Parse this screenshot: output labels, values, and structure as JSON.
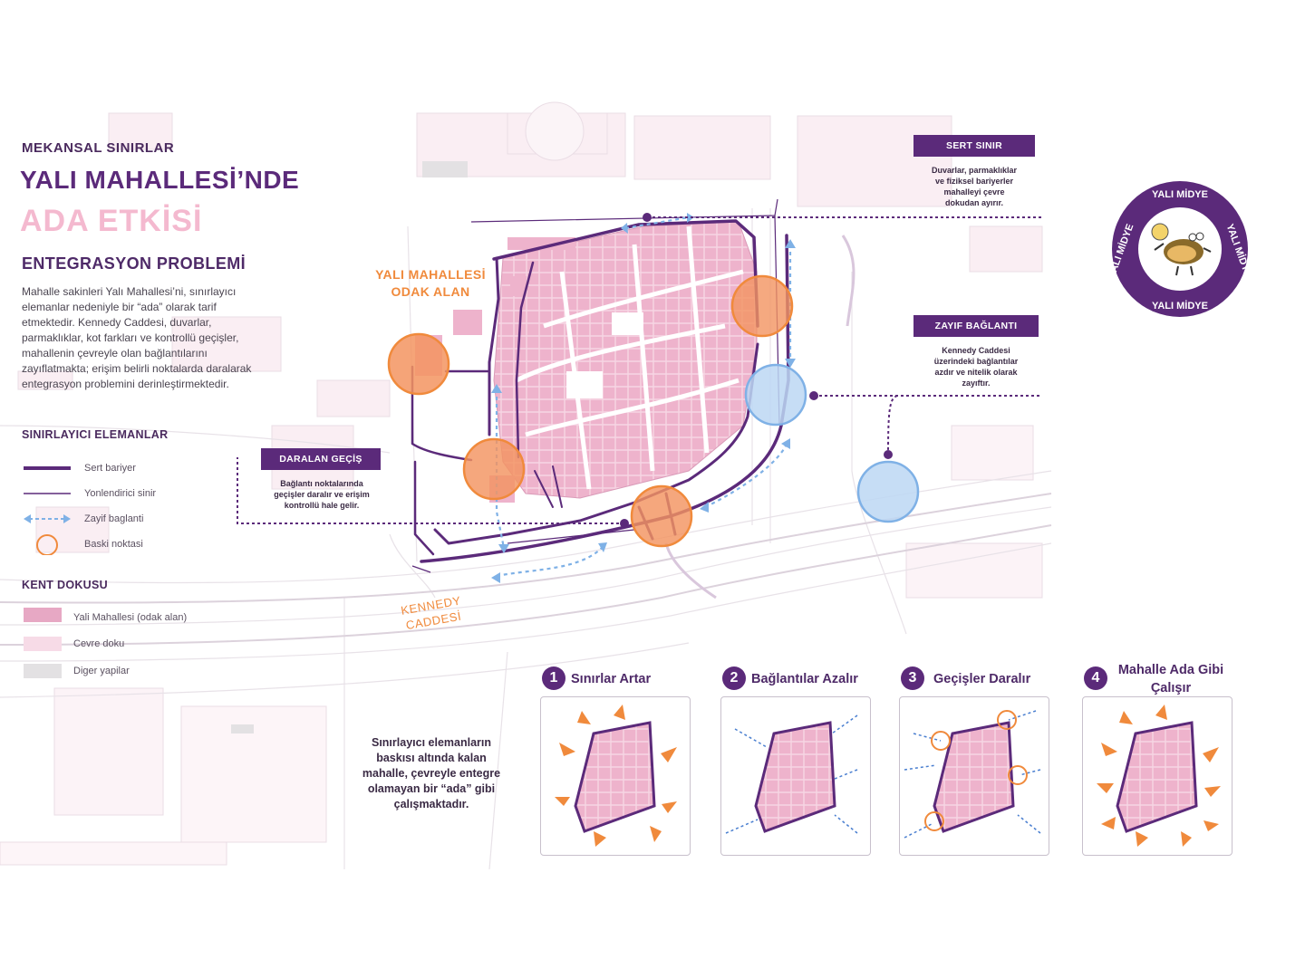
{
  "header": {
    "eyebrow": "MEKANSAL SINIRLAR",
    "title_line1": "YALI MAHALLESİ’NDE",
    "title_line2": "ADA ETKİSİ",
    "subtitle": "ENTEGRASYON PROBLEMİ",
    "body_lines": [
      "Mahalle sakinleri Yalı Mahallesi’ni, sınırlayıcı",
      "elemanlar nedeniyle bir “ada” olarak tarif",
      "etmektedir. Kennedy Caddesi, duvarlar,",
      "parmaklıklar, kot farkları ve kontrollü geçişler,",
      "mahallenin çevreyle olan bağlantılarını",
      "zayıflatmakta; erişim belirli noktalarda daralarak",
      "entegrasyon problemini derinleştirmektedir."
    ]
  },
  "legend": {
    "title": "SINIRLAYICI ELEMANLAR",
    "items": [
      {
        "label": "Sert bariyer"
      },
      {
        "label": "Yonlendirici sinir"
      },
      {
        "label": "Zayif baglanti"
      },
      {
        "label": "Baski noktasi"
      }
    ]
  },
  "fabric": {
    "title": "KENT DOKUSU",
    "items": [
      {
        "label": "Yali Mahallesi (odak alan)",
        "color": "#e7a8c4"
      },
      {
        "label": "Cevre doku",
        "color": "#f7dbe7"
      },
      {
        "label": "Diger yapilar",
        "color": "#e3e1e3"
      }
    ]
  },
  "map": {
    "odak_line1": "YALI MAHALLESİ",
    "odak_line2": "ODAK ALAN",
    "street_line1": "KENNEDY",
    "street_line2": "CADDESİ"
  },
  "callouts": {
    "sert": {
      "tag": "SERT SINIR",
      "lines": [
        "Duvarlar, parmaklıklar",
        "ve fiziksel bariyerler",
        "mahalleyi çevre",
        "dokudan ayırır."
      ]
    },
    "zayif": {
      "tag": "ZAYIF BAĞLANTI",
      "lines": [
        "Kennedy Caddesi",
        "üzerindeki bağlantılar",
        "azdır ve nitelik olarak",
        "zayıftır."
      ]
    },
    "daralan": {
      "tag": "DARALAN GEÇİŞ",
      "lines": [
        "Bağlantı noktalarında",
        "geçişler daralır ve erişim",
        "kontrollü hale gelir."
      ]
    }
  },
  "logo": {
    "text_top": "YALI MİDYE",
    "text_left": "YALI MİDYE",
    "text_right": "YALI MİDYE",
    "text_bottom": "YALI MİDYE",
    "color": "#5b2a7a"
  },
  "steps": [
    {
      "num": "1",
      "label": "Sınırlar Artar"
    },
    {
      "num": "2",
      "label": "Bağlantılar Azalır"
    },
    {
      "num": "3",
      "label": "Geçişler Daralır"
    },
    {
      "num": "4",
      "label_line1": "Mahalle Ada Gibi",
      "label_line2": "Çalışır"
    }
  ],
  "summary_lines": [
    "Sınırlayıcı elemanların",
    "baskısı altında kalan",
    "mahalle, çevreyle entegre",
    "olamayan bir “ada” gibi",
    "çalışmaktadır."
  ],
  "colors": {
    "purple": "#5b2a7a",
    "orange": "#f08a3c",
    "blue": "#8fbce8",
    "pink_focus": "#e7a8c4",
    "pink_light": "#f7dbe7"
  }
}
